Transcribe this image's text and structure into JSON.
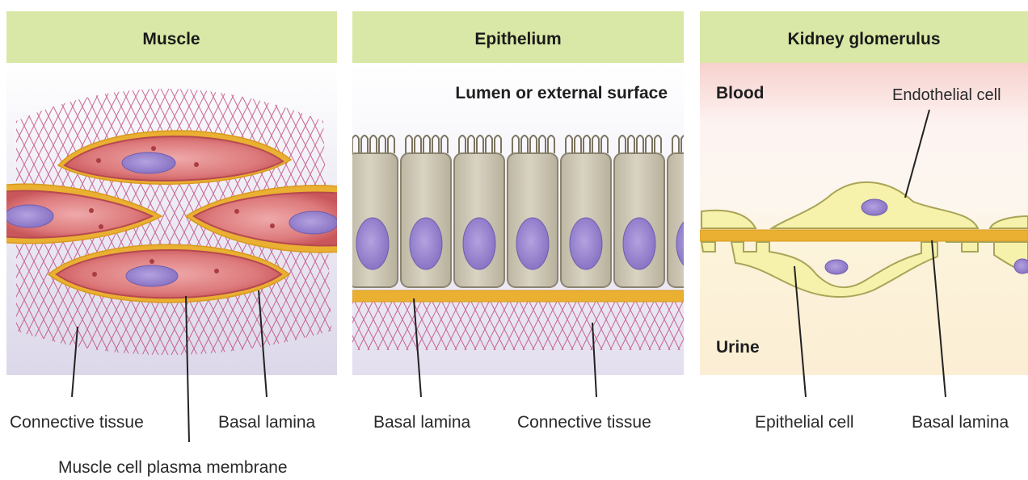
{
  "panels": [
    {
      "title": "Muscle",
      "labels": {
        "connective_tissue": "Connective tissue",
        "basal_lamina": "Basal lamina",
        "plasma_membrane": "Muscle cell plasma membrane"
      }
    },
    {
      "title": "Epithelium",
      "labels": {
        "lumen": "Lumen or external surface",
        "basal_lamina": "Basal lamina",
        "connective_tissue": "Connective tissue"
      }
    },
    {
      "title": "Kidney glomerulus",
      "labels": {
        "blood": "Blood",
        "endothelial_cell": "Endothelial cell",
        "urine": "Urine",
        "epithelial_cell": "Epithelial cell",
        "basal_lamina": "Basal lamina"
      }
    }
  ],
  "colors": {
    "header": "#d9e8a6",
    "panel_bg": "#e9e6f1",
    "muscle_cell": "#d6676b",
    "muscle_cell_center": "#efa9aa",
    "nucleus": "#9a86cf",
    "basal_lamina": "#e9a92d",
    "fibers": "#c14d83",
    "epithelial_cell": "#cdc7b5",
    "blood_tint": "#f3c6c3",
    "urine_tint": "#fbf1d8",
    "glomerular_cell": "#f6f1ab"
  }
}
